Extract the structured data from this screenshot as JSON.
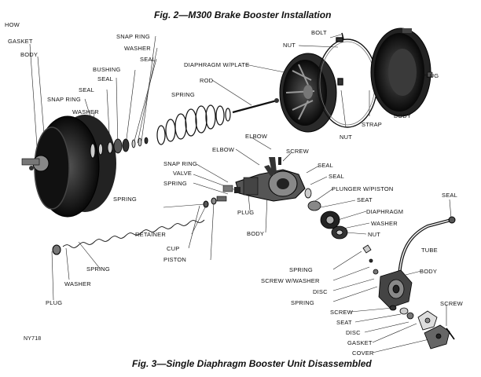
{
  "captions": {
    "fig2": "Fig. 2—M300 Brake Booster Installation",
    "fig3": "Fig. 3—Single Diaphragm Booster Unit Disassembled",
    "code": "NY718"
  },
  "labels": {
    "how": "HOW",
    "gasket_tl": "GASKET",
    "body_tl": "BODY",
    "snap_ring_top": "SNAP RING",
    "washer_top": "WASHER",
    "seal_top": "SEAL",
    "bushing": "BUSHING",
    "seal_2": "SEAL",
    "seal_3": "SEAL",
    "snap_ring_left": "SNAP RING",
    "washer_left": "WASHER",
    "spring_top": "SPRING",
    "diaphragm_plate": "DIAPHRAGM W/PLATE",
    "rod": "ROD",
    "bolt": "BOLT",
    "nut_top": "NUT",
    "plug_right": "PLUG",
    "body_right": "BODY",
    "strap": "STRAP",
    "nut_mid": "NUT",
    "elbow_1": "ELBOW",
    "elbow_2": "ELBOW",
    "screw_mid": "SCREW",
    "snap_ring_mid": "SNAP RING",
    "valve": "VALVE",
    "spring_mid": "SPRING",
    "seal_m1": "SEAL",
    "seal_m2": "SEAL",
    "plunger": "PLUNGER W/PISTON",
    "seat_m": "SEAT",
    "diaphragm": "DIAPHRAGM",
    "washer_m": "WASHER",
    "nut_m": "NUT",
    "spring_long": "SPRING",
    "retainer": "RETAINER",
    "cup": "CUP",
    "piston": "PISTON",
    "plug_mid": "PLUG",
    "body_mid": "BODY",
    "seal_far": "SEAL",
    "tube": "TUBE",
    "spring_bl": "SPRING",
    "washer_bl": "WASHER",
    "plug_bl": "PLUG",
    "spring_r1": "SPRING",
    "screw_washer": "SCREW W/WASHER",
    "body_br": "BODY",
    "disc_1": "DISC",
    "spring_r2": "SPRING",
    "screw_br": "SCREW",
    "screw_b": "SCREW",
    "seat_b": "SEAT",
    "disc_2": "DISC",
    "gasket_b": "GASKET",
    "cover": "COVER"
  }
}
